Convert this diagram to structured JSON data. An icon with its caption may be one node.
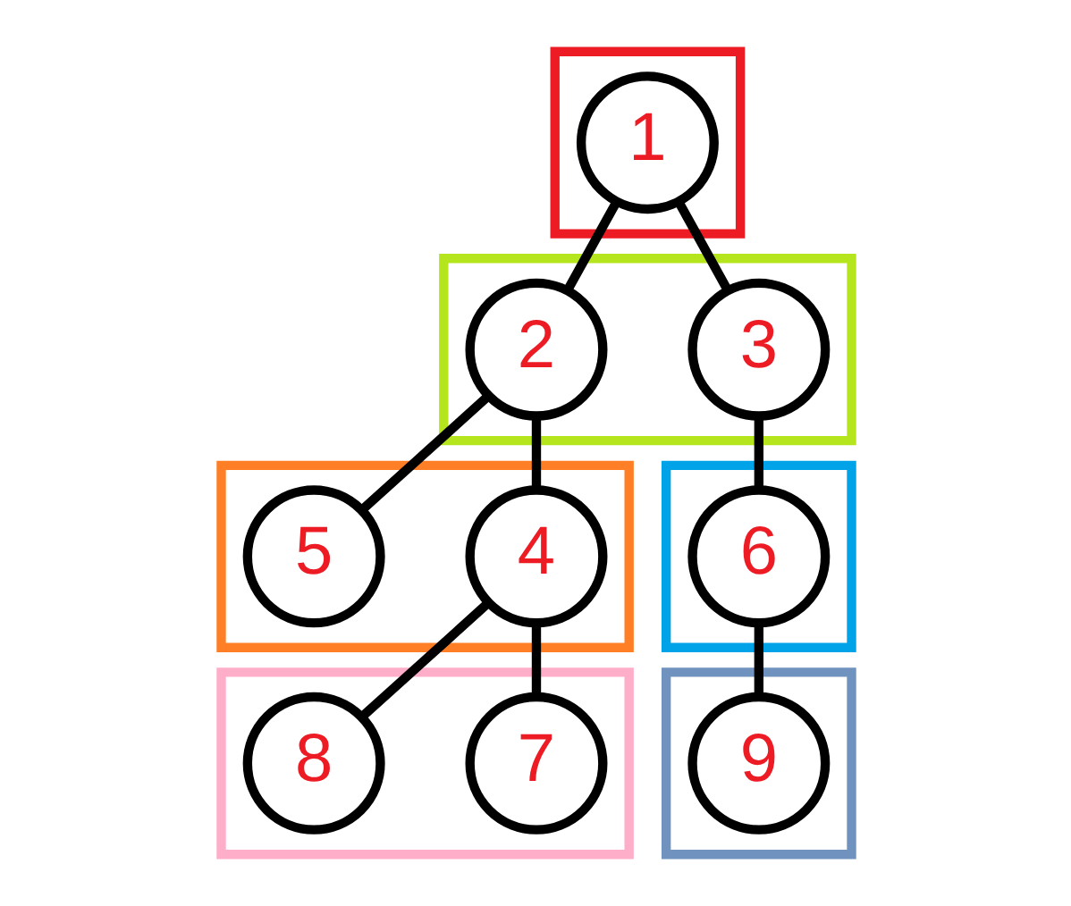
{
  "diagram": {
    "nodes": [
      {
        "text": [],
        "shape": "box"
      },
      {
        "text": [
          "1"
        ],
        "in": 0
      },
      {
        "text": [],
        "shape": "box"
      },
      {
        "text": [
          "2"
        ],
        "in": 2
      },
      {
        "text": [
          "3"
        ],
        "in": 2
      },
      {
        "text": [],
        "shape": "box"
      },
      {
        "text": [
          "4"
        ],
        "in": 5
      },
      {
        "text": [
          "5"
        ],
        "in": 5
      },
      {
        "text": [],
        "shape": "box"
      },
      {
        "text": [
          "6"
        ],
        "in": 8
      },
      {
        "text": [],
        "shape": "box"
      },
      {
        "text": [
          "7"
        ],
        "in": 10
      },
      {
        "text": [
          "8"
        ],
        "in": 10
      },
      {
        "text": [],
        "shape": "box"
      },
      {
        "text": [
          "9"
        ],
        "in": 13
      }
    ],
    "edges": [
      {
        "from": 1,
        "to": 3,
        "arrow": "none"
      },
      {
        "from": 1,
        "to": 4,
        "arrow": "none"
      },
      {
        "from": 3,
        "to": 6,
        "arrow": "none"
      },
      {
        "from": 3,
        "to": 7,
        "arrow": "none"
      },
      {
        "from": 4,
        "to": 9,
        "arrow": "none"
      },
      {
        "from": 6,
        "to": 11,
        "arrow": "none"
      },
      {
        "from": 6,
        "to": 12,
        "arrow": "none"
      },
      {
        "from": 9,
        "to": 14,
        "arrow": "none"
      }
    ]
  }
}
